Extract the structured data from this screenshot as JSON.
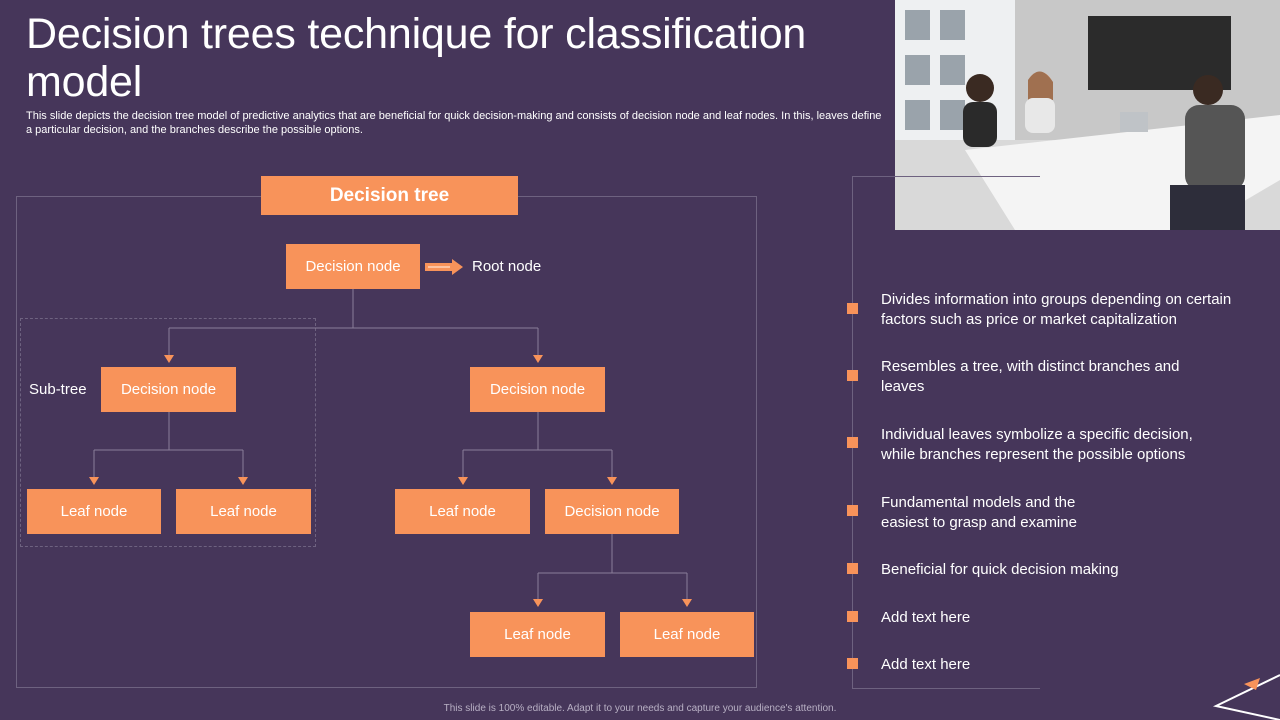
{
  "slide": {
    "title": "Decision trees technique for classification model",
    "subtitle": "This slide depicts the decision tree model of predictive analytics that are beneficial for quick decision-making and consists of decision node and leaf nodes. In this, leaves define a particular decision, and the branches describe the possible options.",
    "footer": "This slide is 100% editable. Adapt it to your needs and capture your audience's attention."
  },
  "colors": {
    "background": "#46365a",
    "accent": "#f8935a",
    "line": "#8a7e99"
  },
  "diagram": {
    "heading": "Decision tree",
    "root_node": "Decision node",
    "root_label": "Root node",
    "subtree_label": "Sub-tree",
    "left_decision": "Decision node",
    "right_decision": "Decision node",
    "left_leaf_1": "Leaf node",
    "left_leaf_2": "Leaf node",
    "right_leaf": "Leaf node",
    "right_sub_decision": "Decision node",
    "bottom_leaf_1": "Leaf node",
    "bottom_leaf_2": "Leaf node"
  },
  "bullets": [
    "Divides information into groups depending on certain factors such as price or market capitalization",
    "Resembles a tree, with distinct branches and leaves",
    "Individual leaves symbolize a specific decision, while branches represent the possible options",
    "Fundamental models and the easiest to grasp and examine",
    "Beneficial for quick decision making",
    "Add text here",
    "Add text here"
  ],
  "photo": {
    "icon": "meeting-photo"
  }
}
